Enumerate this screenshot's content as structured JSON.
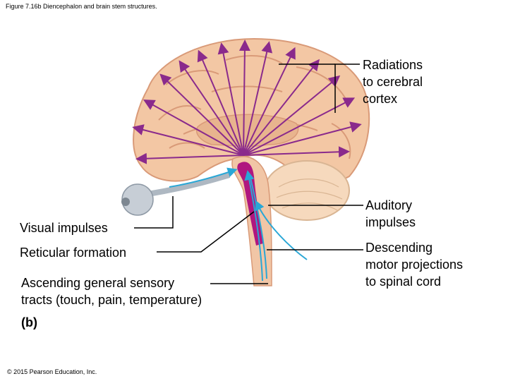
{
  "caption": "Figure 7.16b Diencephalon and brain stem structures.",
  "copyright": "© 2015 Pearson Education, Inc.",
  "part_label": "(b)",
  "labels": {
    "radiations": [
      "Radiations",
      "to cerebral",
      "cortex"
    ],
    "auditory": [
      "Auditory",
      "impulses"
    ],
    "descending": [
      "Descending",
      "motor projections",
      "to spinal cord"
    ],
    "visual": [
      "Visual impulses"
    ],
    "reticular": [
      "Reticular formation"
    ],
    "ascending": [
      "Ascending general sensory",
      "tracts (touch, pain, temperature)"
    ]
  },
  "colors": {
    "cortex": "#f3c7a4",
    "cortex_fold": "#d99a78",
    "cerebellum": "#f6d9bd",
    "brainstem": "#f1c6a6",
    "reticular": "#b0177f",
    "radiation_arrows": "#8a2a8c",
    "sensory_arrows": "#2aa7d6",
    "eyeball": "#c7ced6",
    "leader_line": "#000000"
  }
}
